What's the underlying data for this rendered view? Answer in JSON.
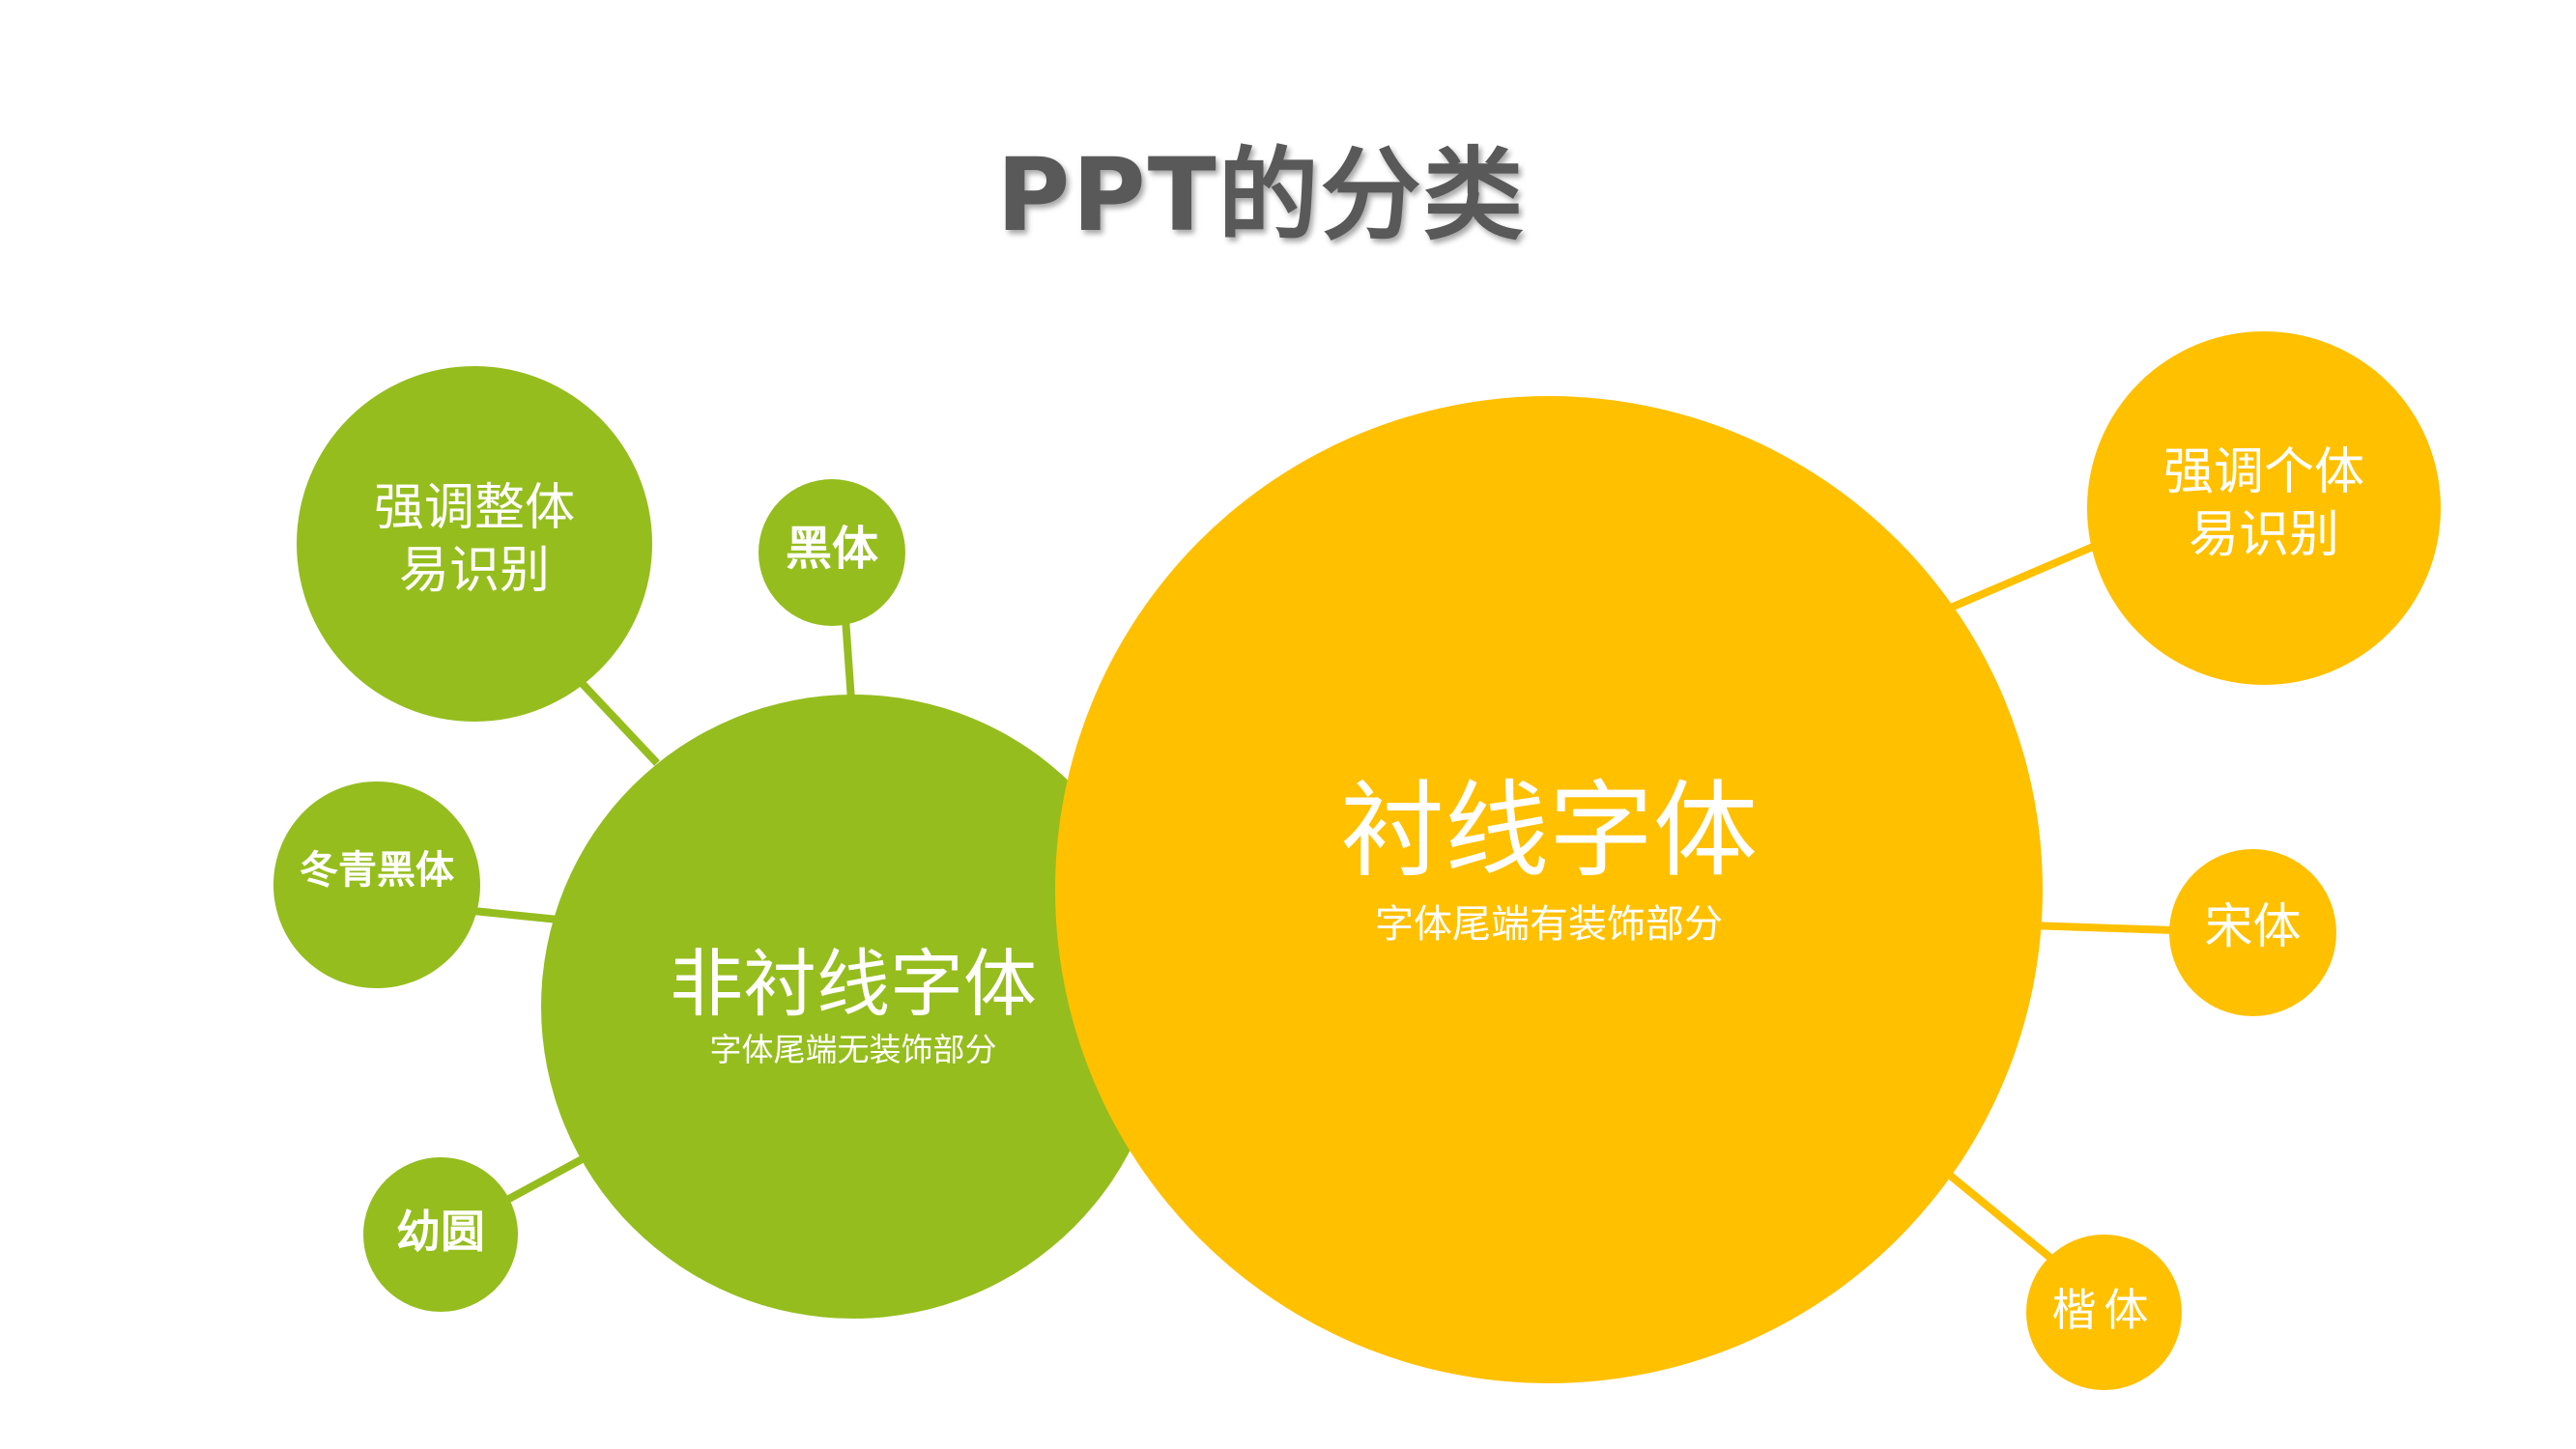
{
  "slide": {
    "title": "PPT的分类",
    "colors": {
      "sans_serif_group": "#95BD1E",
      "serif_group": "#FFC000",
      "title": "#595959",
      "text_on_circle": "#FFFFFF"
    }
  },
  "sans_serif": {
    "title": "非衬线字体",
    "subtitle": "字体尾端无装饰部分",
    "feature_line1": "强调整体",
    "feature_line2": "易识别",
    "examples": [
      "黑体",
      "冬青黑体",
      "幼圆"
    ]
  },
  "serif": {
    "title": "衬线字体",
    "subtitle": "字体尾端有装饰部分",
    "feature_line1": "强调个体",
    "feature_line2": "易识别",
    "examples": [
      "宋体",
      "楷体"
    ]
  }
}
